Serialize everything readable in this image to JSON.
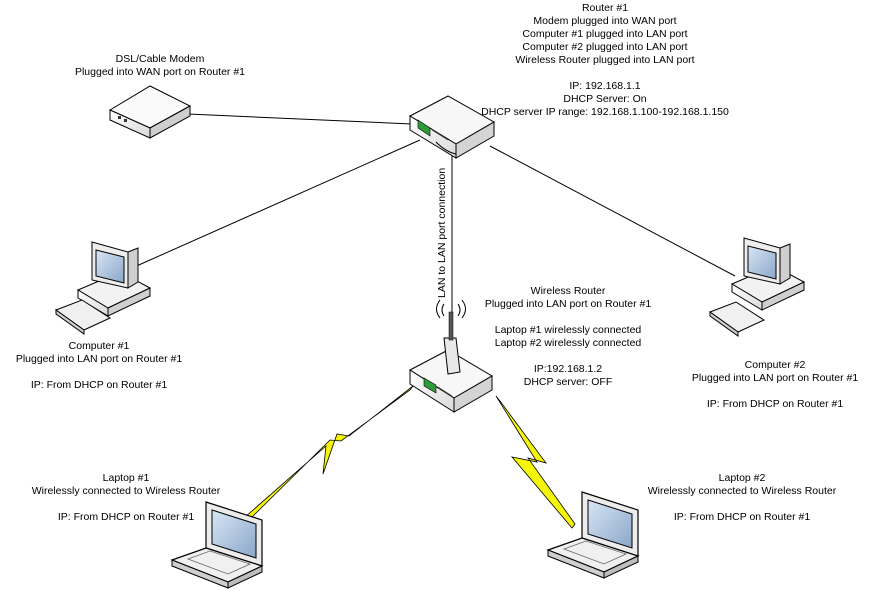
{
  "router1": {
    "title": "Router #1",
    "lines": [
      "Modem plugged into WAN port",
      "Computer #1 plugged into LAN port",
      "Computer #2 plugged into LAN port",
      "Wireless Router plugged into LAN port",
      "",
      "IP: 192.168.1.1",
      "DHCP Server: On",
      "DHCP server IP range: 192.168.1.100-192.168.1.150"
    ]
  },
  "modem": {
    "title": "DSL/Cable Modem",
    "lines": [
      "Plugged into WAN port on Router #1"
    ]
  },
  "computer1": {
    "title": "Computer #1",
    "lines": [
      "Plugged into LAN port on Router #1",
      "",
      "IP: From DHCP on Router #1"
    ]
  },
  "computer2": {
    "title": "Computer #2",
    "lines": [
      "Plugged into LAN port on Router #1",
      "",
      "IP: From DHCP on Router #1"
    ]
  },
  "wireless_router": {
    "title": "Wireless Router",
    "lines": [
      "Plugged into LAN port on Router #1",
      "",
      "Laptop #1 wirelessly connected",
      "Laptop #2 wirelessly connected",
      "",
      "IP:192.168.1.2",
      "DHCP server: OFF"
    ]
  },
  "laptop1": {
    "title": "Laptop #1",
    "lines": [
      "Wirelessly connected to Wireless Router",
      "",
      "IP: From DHCP on Router #1"
    ]
  },
  "laptop2": {
    "title": "Laptop #2",
    "lines": [
      "Wirelessly connected to Wireless Router",
      "",
      "IP: From DHCP on Router #1"
    ]
  },
  "link_label": "LAN to LAN port connection",
  "colors": {
    "lightning": "#f5f50a",
    "device_body": "#f2f2f2",
    "screen": "#9fb8d6",
    "led": "#2f9a3a"
  }
}
